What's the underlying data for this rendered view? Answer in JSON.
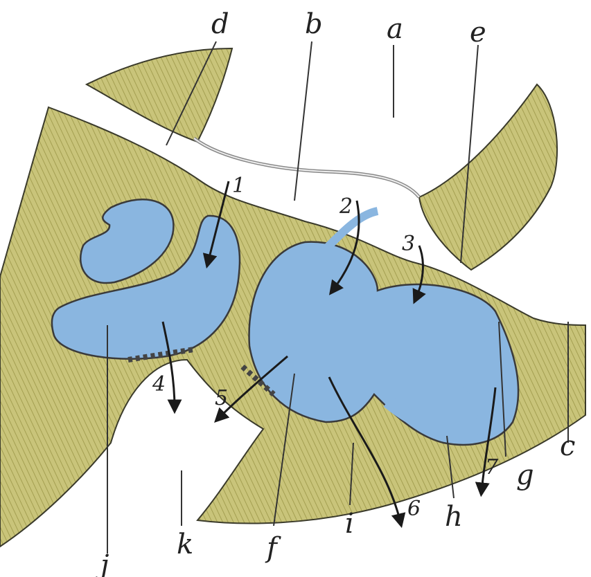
{
  "colors": {
    "bone": "#c9c47a",
    "cavity": "#8ab6e0",
    "background": "#ffffff"
  },
  "labels": {
    "a": "a",
    "b": "b",
    "c": "c",
    "d": "d",
    "e": "e",
    "f": "f",
    "g": "g",
    "h": "h",
    "i": "i",
    "j": "j",
    "k": "k"
  },
  "arrows": {
    "n1": "1",
    "n2": "2",
    "n3": "3",
    "n4": "4",
    "n5": "5",
    "n6": "6",
    "n7": "7"
  }
}
